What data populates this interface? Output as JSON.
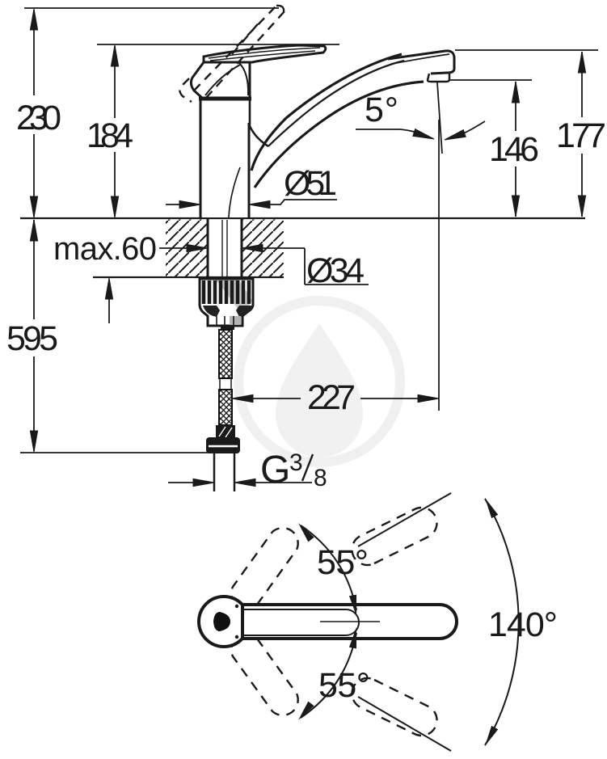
{
  "drawing": {
    "title": "Single-lever kitchen faucet technical dimension drawing",
    "colors": {
      "line": "#1a1a1a",
      "background": "#ffffff",
      "watermark": "#f0f0f0"
    },
    "labels": {
      "total_height": "230",
      "body_height": "184",
      "spout_height": "177",
      "outlet_height": "146",
      "stream_angle": "5°",
      "base_diameter": "Ø 51",
      "max_mounting_thickness": "max.60",
      "shank_diameter": "Ø34",
      "hose_length": "595",
      "outlet_reach": "227",
      "thread_letter": "G",
      "thread_numerator": "3",
      "thread_denominator": "8",
      "handle_angle_upper": "55°",
      "handle_angle_lower": "55°",
      "swivel_range": "140°"
    }
  }
}
